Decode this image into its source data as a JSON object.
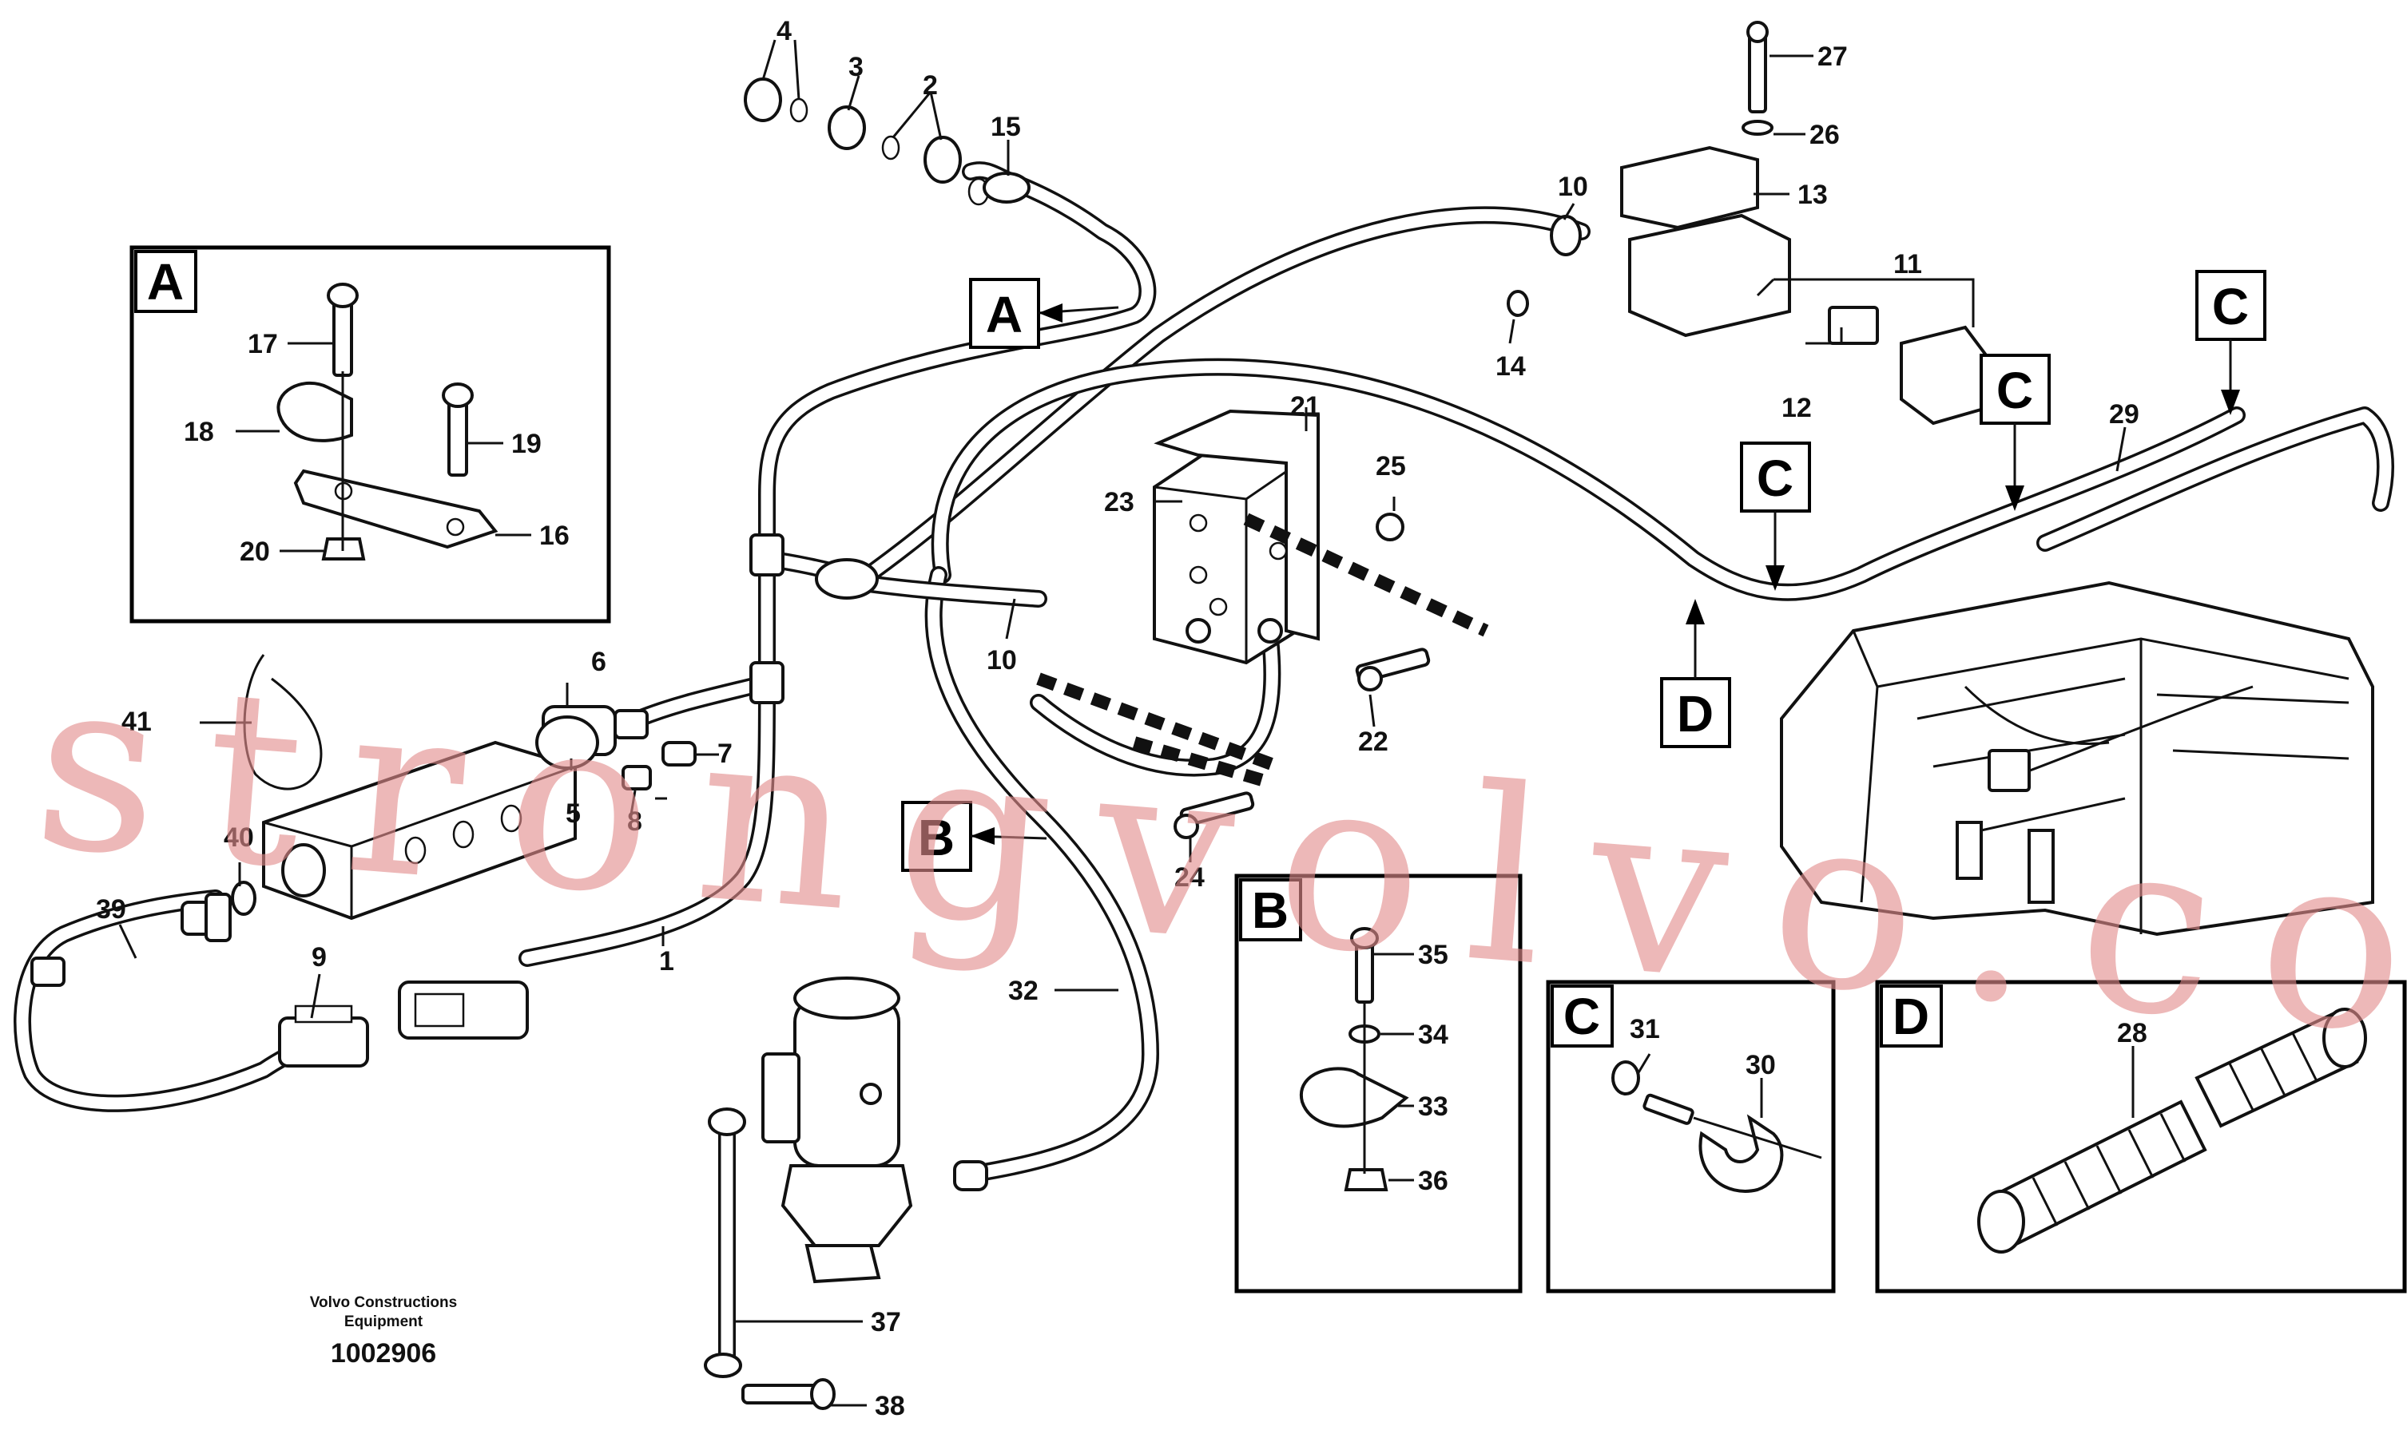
{
  "callouts": {
    "c1": "1",
    "c2": "2",
    "c3": "3",
    "c4": "4",
    "c5": "5",
    "c6": "6",
    "c7": "7",
    "c8": "8",
    "c9": "9",
    "c10a": "10",
    "c10b": "10",
    "c11": "11",
    "c12": "12",
    "c13": "13",
    "c14": "14",
    "c15": "15",
    "c16": "16",
    "c17": "17",
    "c18": "18",
    "c19": "19",
    "c20": "20",
    "c21": "21",
    "c22": "22",
    "c23": "23",
    "c24": "24",
    "c25": "25",
    "c26": "26",
    "c27": "27",
    "c28": "28",
    "c29": "29",
    "c30": "30",
    "c31": "31",
    "c32": "32",
    "c33": "33",
    "c34": "34",
    "c35": "35",
    "c36": "36",
    "c37": "37",
    "c38": "38",
    "c39": "39",
    "c40": "40",
    "c41": "41"
  },
  "detail_letters": {
    "a_main": "A",
    "a_inset": "A",
    "b_main": "B",
    "b_inset": "B",
    "c1": "C",
    "c2": "C",
    "c3": "C",
    "c_inset": "C",
    "d_main": "D",
    "d_inset": "D"
  },
  "credit": {
    "company_line1": "Volvo Constructions",
    "company_line2": "Equipment",
    "drawing_number": "1002906"
  },
  "watermark": "strongvolvo.com"
}
